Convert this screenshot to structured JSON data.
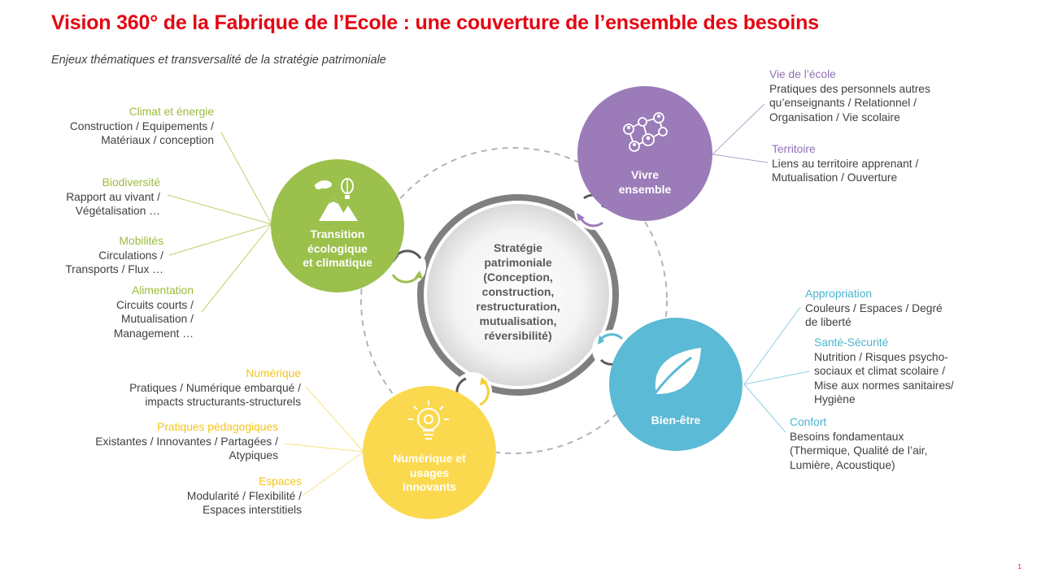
{
  "header": {
    "title": "Vision 360° de la Fabrique de l’Ecole : une couverture de l’ensemble des besoins",
    "subtitle": "Enjeux thématiques et transversalité de la stratégie patrimoniale"
  },
  "center": {
    "label": "Stratégie patrimoniale (Conception, construction, restructuration, mutualisation, réversibilité)"
  },
  "nodes": {
    "transition": {
      "label": "Transition écologique et climatique",
      "color": "#9bc04c",
      "icon": "mountain-balloon-icon"
    },
    "vivre": {
      "label": "Vivre ensemble",
      "color": "#9b7bb8",
      "icon": "network-people-icon"
    },
    "bienetre": {
      "label": "Bien-être",
      "color": "#5bbad5",
      "icon": "leaf-icon"
    },
    "numerique": {
      "label": "Numérique et usages innovants",
      "color": "#fbd94e",
      "icon": "lightbulb-gear-icon"
    }
  },
  "enjeux": {
    "climat": {
      "heading": "Climat et énergie",
      "body": "Construction / Equipements / Matériaux / conception"
    },
    "biodiversite": {
      "heading": "Biodiversité",
      "body": "Rapport au vivant / Végétalisation …"
    },
    "mobilites": {
      "heading": "Mobilités",
      "body": "Circulations / Transports / Flux …"
    },
    "alimentation": {
      "heading": "Alimentation",
      "body": "Circuits courts / Mutualisation / Management …"
    },
    "vie_ecole": {
      "heading": "Vie de l’école",
      "body": "Pratiques des personnels autres qu’enseignants / Relationnel / Organisation / Vie scolaire"
    },
    "territoire": {
      "heading": "Territoire",
      "body": "Liens au territoire apprenant / Mutualisation / Ouverture"
    },
    "appropriation": {
      "heading": "Appropriation",
      "body": "Couleurs / Espaces / Degré de liberté"
    },
    "sante": {
      "heading": "Santé-Sécurité",
      "body": "Nutrition / Risques psycho-sociaux et climat scolaire / Mise aux normes sanitaires/ Hygiène"
    },
    "confort": {
      "heading": "Confort",
      "body": "Besoins fondamentaux (Thermique, Qualité de l’air, Lumière, Acoustique)"
    },
    "numerique": {
      "heading": "Numérique",
      "body": "Pratiques / Numérique embarqué / impacts structurants-structurels"
    },
    "pratiques": {
      "heading": "Pratiques pédagogiques",
      "body": "Existantes / Innovantes / Partagées / Atypiques"
    },
    "espaces": {
      "heading": "Espaces",
      "body": "Modularité / Flexibilité / Espaces interstitiels"
    }
  },
  "footer": {
    "page_number": "1"
  },
  "colors": {
    "title": "#e30613",
    "green": "#9bc04c",
    "purple": "#9b7bb8",
    "cyan": "#5bbad5",
    "yellow": "#fbd94e",
    "ring": "#7f7f7f"
  }
}
